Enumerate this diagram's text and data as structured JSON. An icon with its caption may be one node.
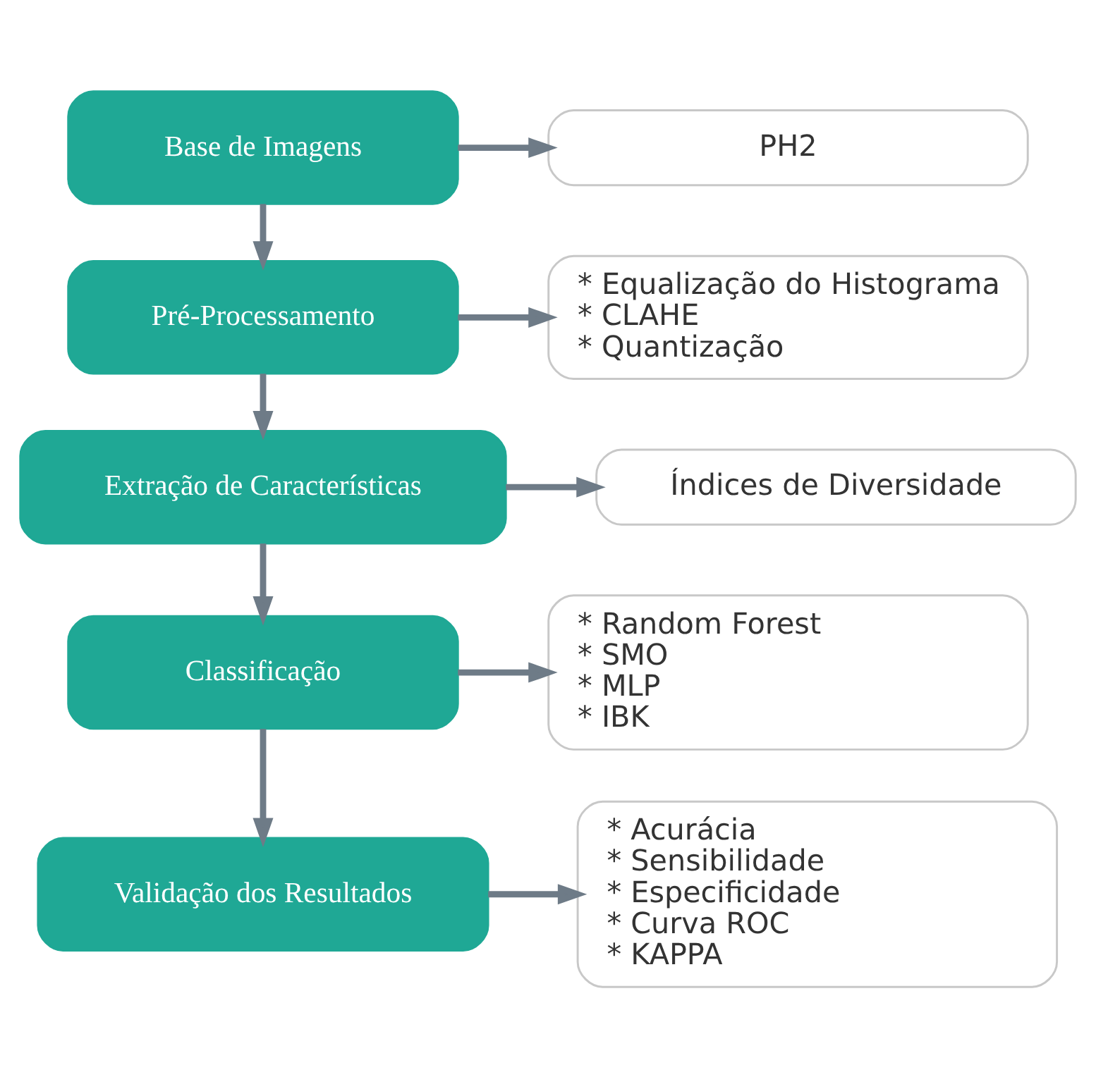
{
  "diagram": {
    "nodes": [
      {
        "text": [
          "Base de Imagens"
        ]
      },
      {
        "text": [
          "PH2"
        ]
      },
      {
        "text": [
          "Pré-Processamento"
        ]
      },
      {
        "text": [
          "* Equalização do Histograma",
          "* CLAHE",
          "* Quantização"
        ]
      },
      {
        "text": [
          "Extração de Características"
        ]
      },
      {
        "text": [
          "Índices de Diversidade"
        ]
      },
      {
        "text": [
          "Classificação"
        ]
      },
      {
        "text": [
          "* Random Forest",
          "* SMO",
          "* MLP",
          "* IBK"
        ]
      },
      {
        "text": [
          "Validação dos Resultados"
        ]
      },
      {
        "text": [
          "* Acurácia",
          "* Sensibilidade",
          "* Especificidade",
          "* Curva ROC",
          "* KAPPA"
        ]
      }
    ],
    "edges": [
      {
        "from": 0,
        "to": 1,
        "arrow": "to"
      },
      {
        "from": 0,
        "to": 2,
        "arrow": "to"
      },
      {
        "from": 2,
        "to": 3,
        "arrow": "to"
      },
      {
        "from": 2,
        "to": 4,
        "arrow": "to"
      },
      {
        "from": 4,
        "to": 5,
        "arrow": "to"
      },
      {
        "from": 4,
        "to": 6,
        "arrow": "to"
      },
      {
        "from": 6,
        "to": 7,
        "arrow": "to"
      },
      {
        "from": 6,
        "to": 8,
        "arrow": "to"
      },
      {
        "from": 8,
        "to": 9,
        "arrow": "to"
      }
    ]
  }
}
